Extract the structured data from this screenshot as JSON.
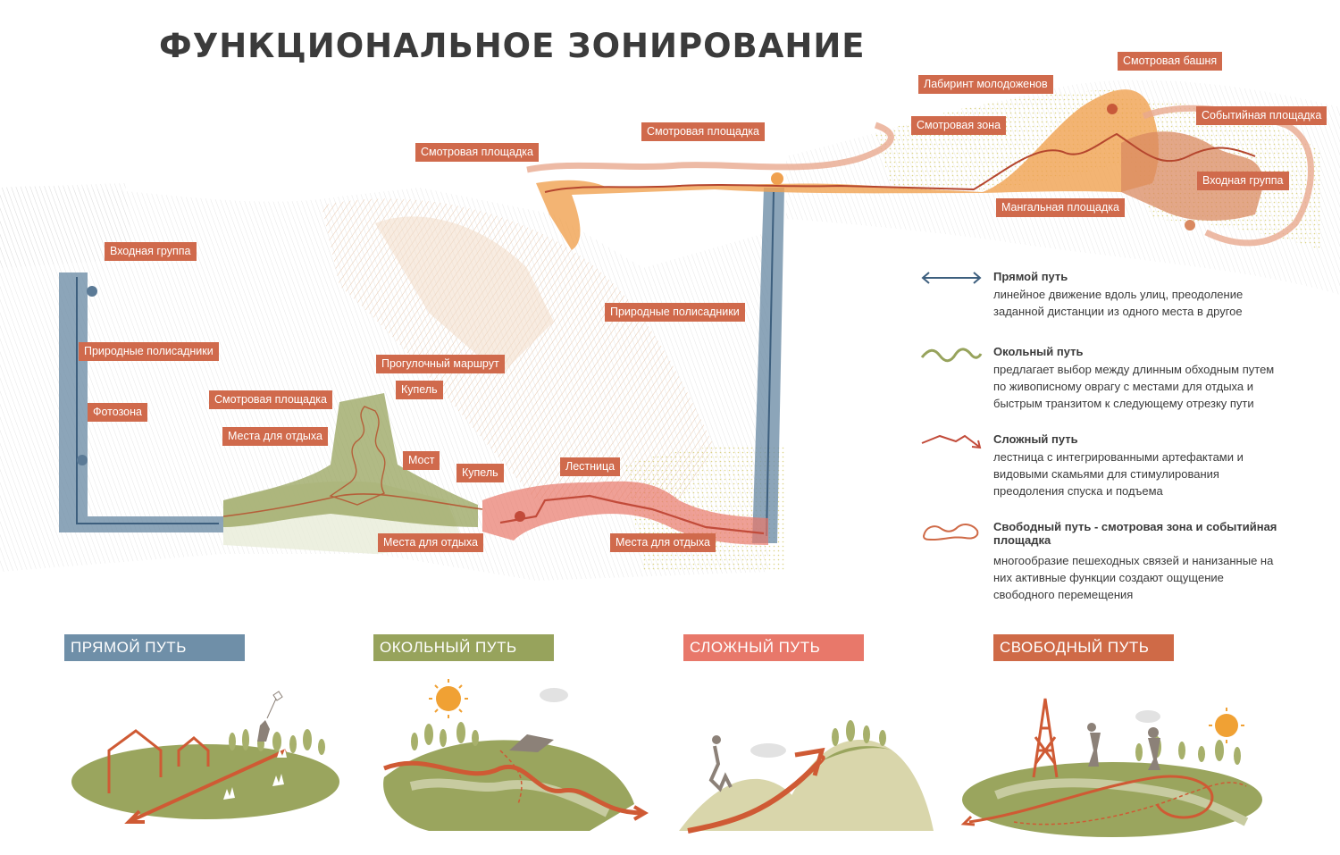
{
  "title": "ФУНКЦИОНАЛЬНОЕ ЗОНИРОВАНИЕ",
  "colors": {
    "straight": "#6f8fa8",
    "roundabout": "#97a35c",
    "complex": "#e8786a",
    "free": "#cf6a47",
    "label_bg": "#d06a4c"
  },
  "labels": {
    "vhodnaya_left": "Входная группа",
    "polisad_left": "Природные полисадники",
    "fotozona": "Фотозона",
    "smotr_pl_left": "Смотровая площадка",
    "mesta_1": "Места для отдыха",
    "progulka": "Прогулочный маршрут",
    "kupel_1": "Купель",
    "most": "Мост",
    "kupel_2": "Купель",
    "lestnica": "Лестница",
    "mesta_2": "Места для отдыха",
    "mesta_3": "Места для отдыха",
    "polisad_right": "Природные полисадники",
    "smotr_pl_mid": "Смотровая площадка",
    "smotr_pl_top": "Смотровая площадка",
    "labirint": "Лабиринт молодоженов",
    "smotr_bashnya": "Смотровая башня",
    "smotr_zona": "Смотровая зона",
    "sobyt": "Событийная площадка",
    "vhodnaya_right": "Входная группа",
    "mangal": "Мангальная площадка"
  },
  "legend": [
    {
      "title": "Прямой путь",
      "desc": "линейное  движение вдоль улиц, преодоление заданной дистанции из одного места в другое",
      "icon": "double-arrow-icon"
    },
    {
      "title": "Окольный путь",
      "desc": "предлагает выбор между длинным обходным путем по живописному оврагу с местами для отдыха и быстрым транзитом к следующему отрезку пути",
      "icon": "wave-line-icon"
    },
    {
      "title": "Сложный путь",
      "desc": "лестница с интегрированными артефактами и  видовыми скамьями для стимулирования преодоления спуска и подъема",
      "icon": "zigzag-arrow-icon"
    },
    {
      "title": "Свободный путь - смотровая зона и событийная площадка",
      "desc": "многообразие пешеходных связей и нанизанные на них активные функции создают ощущение свободного перемещения",
      "icon": "free-shape-icon"
    }
  ],
  "categories": [
    {
      "label": "ПРЯМОЙ ПУТЬ",
      "color": "#6f8fa8"
    },
    {
      "label": "ОКОЛЬНЫЙ  ПУТЬ",
      "color": "#97a35c"
    },
    {
      "label": "СЛОЖНЫЙ ПУТЬ",
      "color": "#e8786a"
    },
    {
      "label": "СВОБОДНЫЙ ПУТЬ",
      "color": "#cf6a47"
    }
  ]
}
